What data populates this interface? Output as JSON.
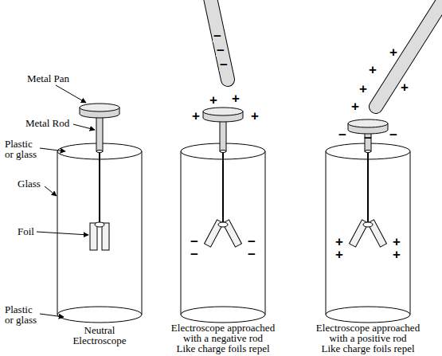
{
  "diagram": {
    "labels": [
      "Metal Pan",
      "Metal Rod",
      "Plastic or glass",
      "Glass",
      "Foil",
      "Plastic or glass",
      "Neutral Electroscope",
      "Electroscope approached with a negative rod",
      "Like charge foils repel",
      "Electroscope approached with a positive rod",
      "Like charge foils repel",
      "−",
      "−",
      "−",
      "+",
      "+",
      "+",
      "+",
      "−",
      "−",
      "−",
      "−",
      "+",
      "+",
      "+",
      "+",
      "+",
      "−",
      "−",
      "−",
      "+",
      "+",
      "+",
      "+"
    ]
  }
}
